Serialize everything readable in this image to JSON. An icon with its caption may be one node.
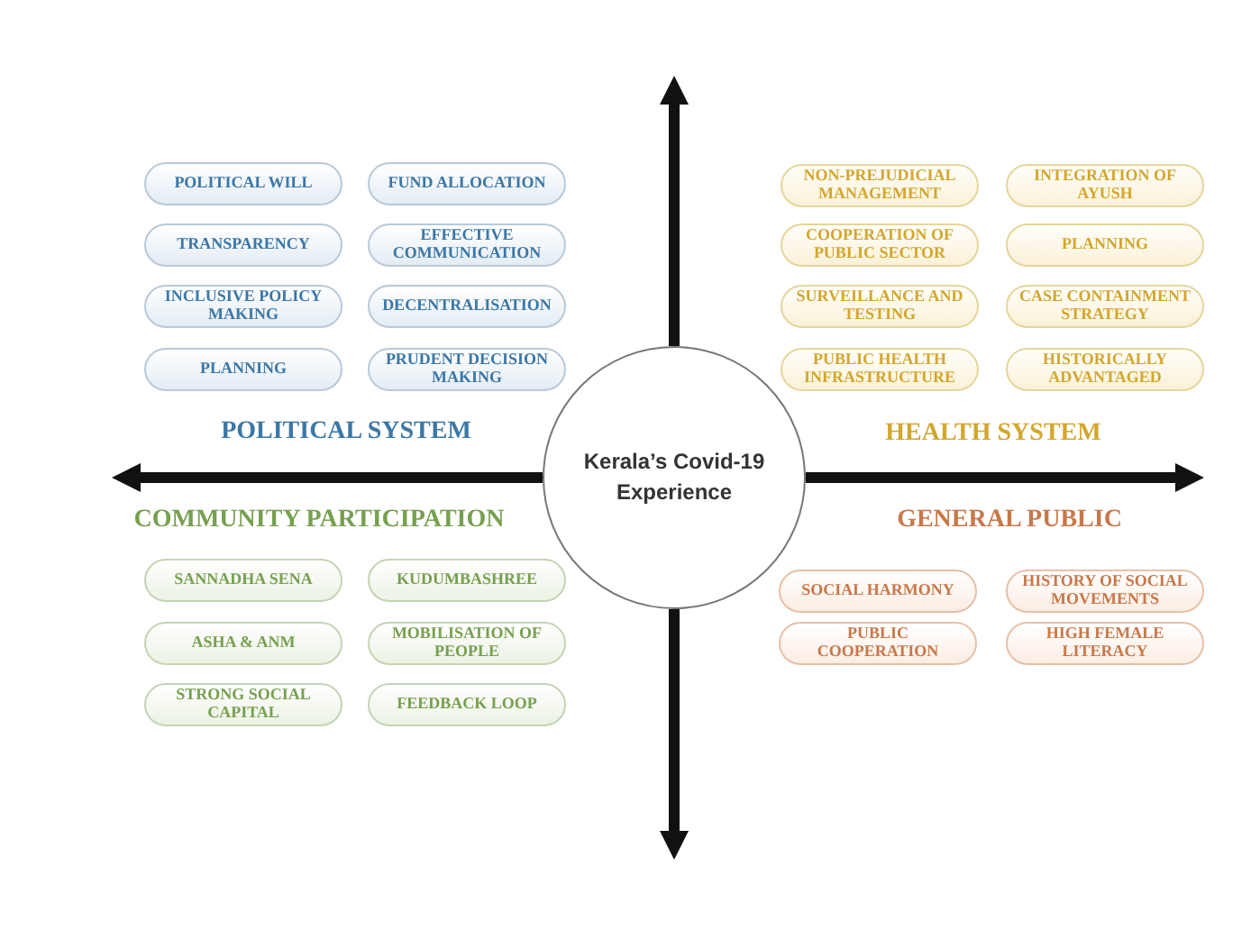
{
  "diagram": {
    "nodes": [
      {
        "text": [
          "Kerala’s Covid-19 Experience"
        ]
      },
      {
        "text": [
          "POLITICAL WILL"
        ]
      },
      {
        "text": [
          "FUND ALLOCATION"
        ]
      },
      {
        "text": [
          "TRANSPARENCY"
        ]
      },
      {
        "text": [
          "EFFECTIVE COMMUNICATION"
        ]
      },
      {
        "text": [
          "INCLUSIVE POLICY MAKING"
        ]
      },
      {
        "text": [
          "DECENTRALISATION"
        ]
      },
      {
        "text": [
          "PLANNING"
        ]
      },
      {
        "text": [
          "PRUDENT DECISION MAKING"
        ]
      },
      {
        "text": [
          "NON-PREJUDICIAL MANAGEMENT"
        ]
      },
      {
        "text": [
          "INTEGRATION OF AYUSH"
        ]
      },
      {
        "text": [
          "COOPERATION OF PUBLIC SECTOR"
        ]
      },
      {
        "text": [
          "PLANNING"
        ]
      },
      {
        "text": [
          "SURVEILLANCE AND TESTING"
        ]
      },
      {
        "text": [
          "CASE CONTAINMENT STRATEGY"
        ]
      },
      {
        "text": [
          "PUBLIC HEALTH INFRASTRUCTURE"
        ]
      },
      {
        "text": [
          "HISTORICALLY ADVANTAGED"
        ]
      },
      {
        "text": [
          "SANNADHA SENA"
        ]
      },
      {
        "text": [
          "KUDUMBASHREE"
        ]
      },
      {
        "text": [
          "ASHA & ANM"
        ]
      },
      {
        "text": [
          "MOBILISATION OF PEOPLE"
        ]
      },
      {
        "text": [
          "STRONG SOCIAL CAPITAL"
        ]
      },
      {
        "text": [
          "FEEDBACK LOOP"
        ]
      },
      {
        "text": [
          "SOCIAL HARMONY"
        ]
      },
      {
        "text": [
          "HISTORY OF SOCIAL MOVEMENTS"
        ]
      },
      {
        "text": [
          "PUBLIC COOPERATION"
        ]
      },
      {
        "text": [
          "HIGH FEMALE LITERACY"
        ]
      }
    ],
    "labels": [
      "POLITICAL SYSTEM",
      "HEALTH SYSTEM",
      "COMMUNITY PARTICIPATION",
      "GENERAL PUBLIC"
    ]
  }
}
